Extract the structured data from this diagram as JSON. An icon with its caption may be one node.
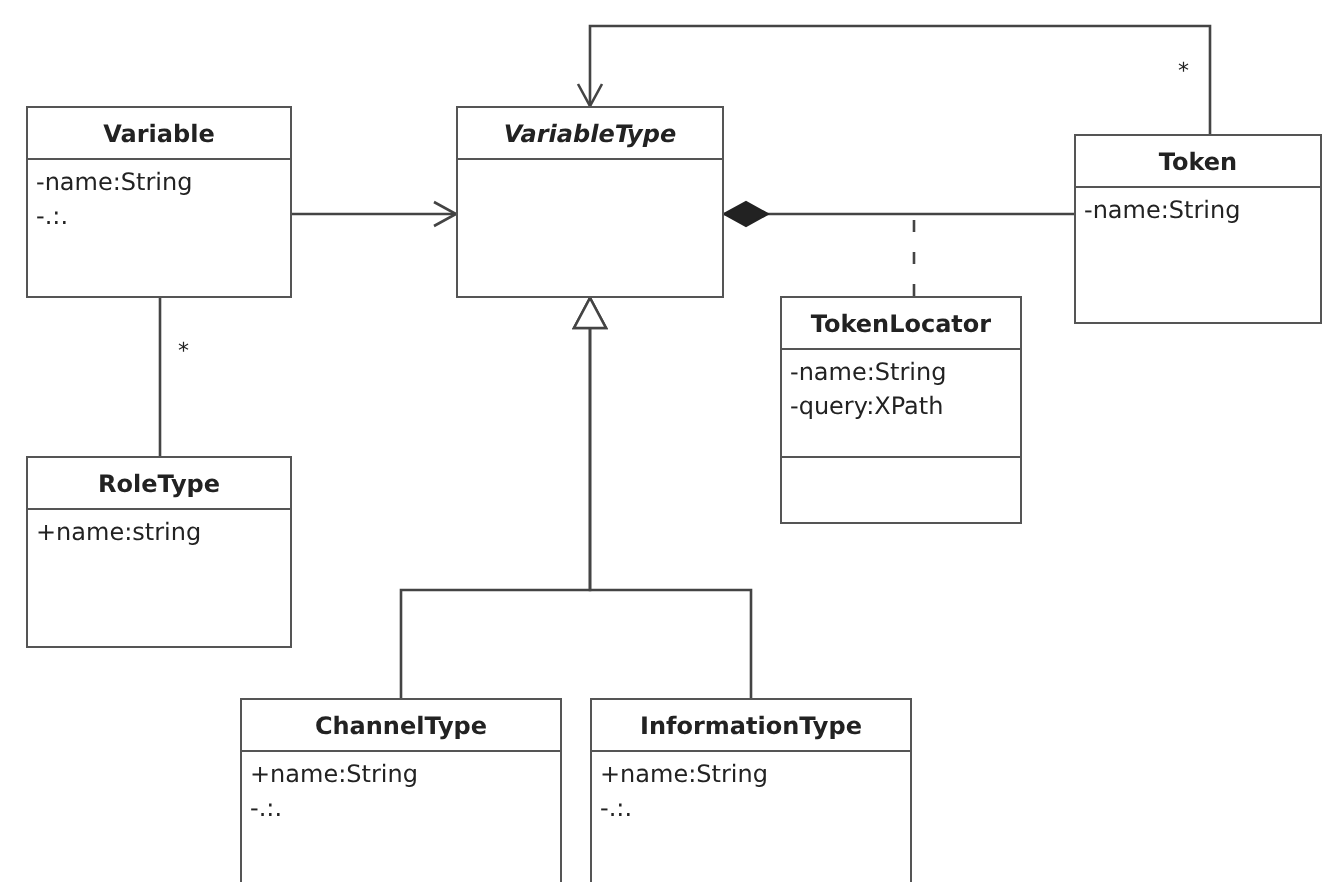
{
  "diagram": {
    "nodes": [
      {
        "text": [
          "Variable",
          "-name:String",
          "-.:."
        ]
      },
      {
        "text": [
          "VariableType"
        ]
      },
      {
        "text": [
          "Token",
          "-name:String"
        ]
      },
      {
        "text": [
          "TokenLocator",
          "-name:String",
          "-query:XPath"
        ]
      },
      {
        "text": [
          "RoleType",
          "+name:string"
        ]
      },
      {
        "text": [
          "ChannelType",
          "+name:String",
          "-.:."
        ]
      },
      {
        "text": [
          "InformationType",
          "+name:String",
          "-.:."
        ]
      }
    ],
    "edges": [
      {
        "from": 0,
        "to": 1,
        "arrow": "to"
      },
      {
        "from": 2,
        "to": 1,
        "arrow": "to",
        "label": "*"
      },
      {
        "from": 1,
        "to": 2,
        "arrow": "other"
      },
      {
        "from": 3,
        "to": null,
        "arrow": "none",
        "style": "dashed"
      },
      {
        "from": 0,
        "to": 4,
        "arrow": "none",
        "label": "*"
      },
      {
        "from": 5,
        "to": 1,
        "arrow": "to"
      },
      {
        "from": 6,
        "to": 1,
        "arrow": "to"
      }
    ]
  }
}
